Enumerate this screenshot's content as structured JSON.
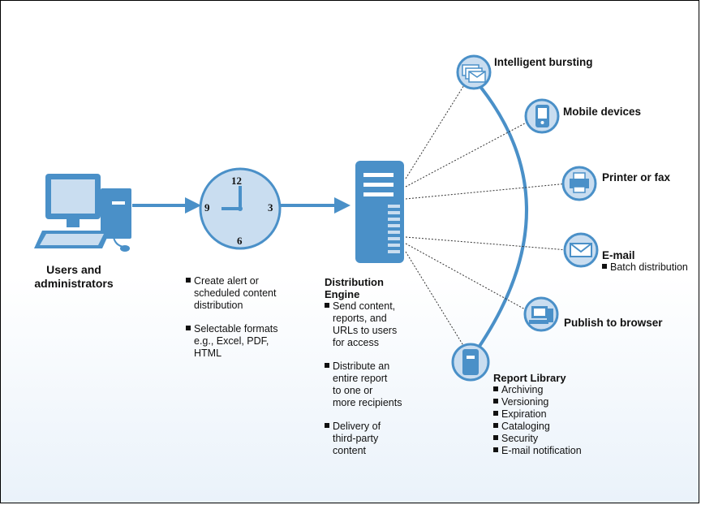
{
  "users": {
    "label_line1": "Users and",
    "label_line2": "administrators"
  },
  "clock": {
    "n12": "12",
    "n3": "3",
    "n6": "6",
    "n9": "9"
  },
  "clock_notes": [
    {
      "lines": [
        "Create alert or",
        "scheduled content",
        "distribution"
      ]
    },
    {
      "lines": [
        "Selectable formats",
        "e.g., Excel, PDF,",
        "HTML"
      ]
    }
  ],
  "engine": {
    "title_line1": "Distribution",
    "title_line2": "Engine",
    "notes": [
      {
        "lines": [
          "Send content,",
          "reports, and",
          "URLs to users",
          "for access"
        ]
      },
      {
        "lines": [
          "Distribute an",
          "entire report",
          "to one or",
          "more recipients"
        ]
      },
      {
        "lines": [
          "Delivery of",
          "third-party",
          "content"
        ]
      }
    ]
  },
  "outputs": {
    "bursting": "Intelligent bursting",
    "mobile": "Mobile devices",
    "printer": "Printer or fax",
    "email": "E-mail",
    "email_sub": "Batch distribution",
    "browser": "Publish to browser",
    "library": "Report Library",
    "library_items": [
      "Archiving",
      "Versioning",
      "Expiration",
      "Cataloging",
      "Security",
      "E-mail notification"
    ]
  },
  "colors": {
    "accent": "#4a90c8",
    "light": "#c9ddf0",
    "text": "#111111"
  },
  "icons": [
    "computer-icon",
    "clock-icon",
    "server-icon",
    "envelopes-icon",
    "mobile-device-icon",
    "printer-icon",
    "envelope-icon",
    "browser-icon",
    "report-library-icon"
  ]
}
